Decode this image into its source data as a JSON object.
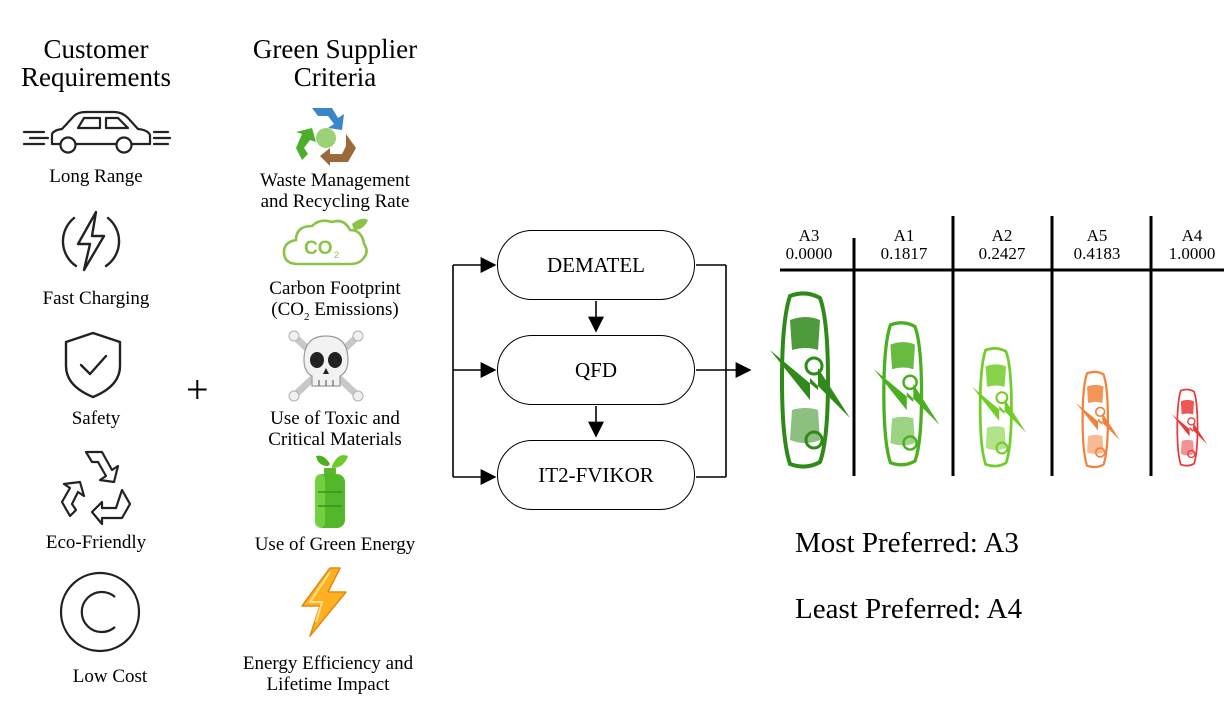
{
  "customer": {
    "title_line1": "Customer",
    "title_line2": "Requirements",
    "items": [
      {
        "label": "Long Range",
        "icon": "car-icon"
      },
      {
        "label": "Fast Charging",
        "icon": "lightning-circle-icon"
      },
      {
        "label": "Safety",
        "icon": "shield-check-icon"
      },
      {
        "label": "Eco-Friendly",
        "icon": "recycle-icon"
      },
      {
        "label": "Low Cost",
        "icon": "copyright-circle-icon"
      }
    ]
  },
  "plus": "+",
  "green": {
    "title_line1": "Green Supplier",
    "title_line2": "Criteria",
    "items": [
      {
        "line1": "Waste Management",
        "line2": "and Recycling Rate",
        "icon": "recycle-globe-icon"
      },
      {
        "line1": "Carbon Footprint",
        "line2_pre": "(CO",
        "line2_sub": "2",
        "line2_post": " Emissions)",
        "icon": "co2-cloud-icon"
      },
      {
        "line1": "Use of Toxic and",
        "line2": "Critical Materials",
        "icon": "skull-crossbones-icon"
      },
      {
        "line1": "Use of Green Energy",
        "icon": "green-battery-icon"
      },
      {
        "line1": "Energy Efficiency and",
        "line2": "Lifetime Impact",
        "icon": "lightning-bolt-icon"
      }
    ]
  },
  "flow": {
    "step1": "DEMATEL",
    "step2": "QFD",
    "step3": "IT2-FVIKOR"
  },
  "ranking": [
    {
      "alt": "A3",
      "value": "0.0000",
      "color": "#2f8a1a"
    },
    {
      "alt": "A1",
      "value": "0.1817",
      "color": "#4caf1f"
    },
    {
      "alt": "A2",
      "value": "0.2427",
      "color": "#72cc2a"
    },
    {
      "alt": "A5",
      "value": "0.4183",
      "color": "#f2813a"
    },
    {
      "alt": "A4",
      "value": "1.0000",
      "color": "#e83a3a"
    }
  ],
  "result": {
    "most": "Most Preferred: A3",
    "least": "Least Preferred: A4"
  }
}
